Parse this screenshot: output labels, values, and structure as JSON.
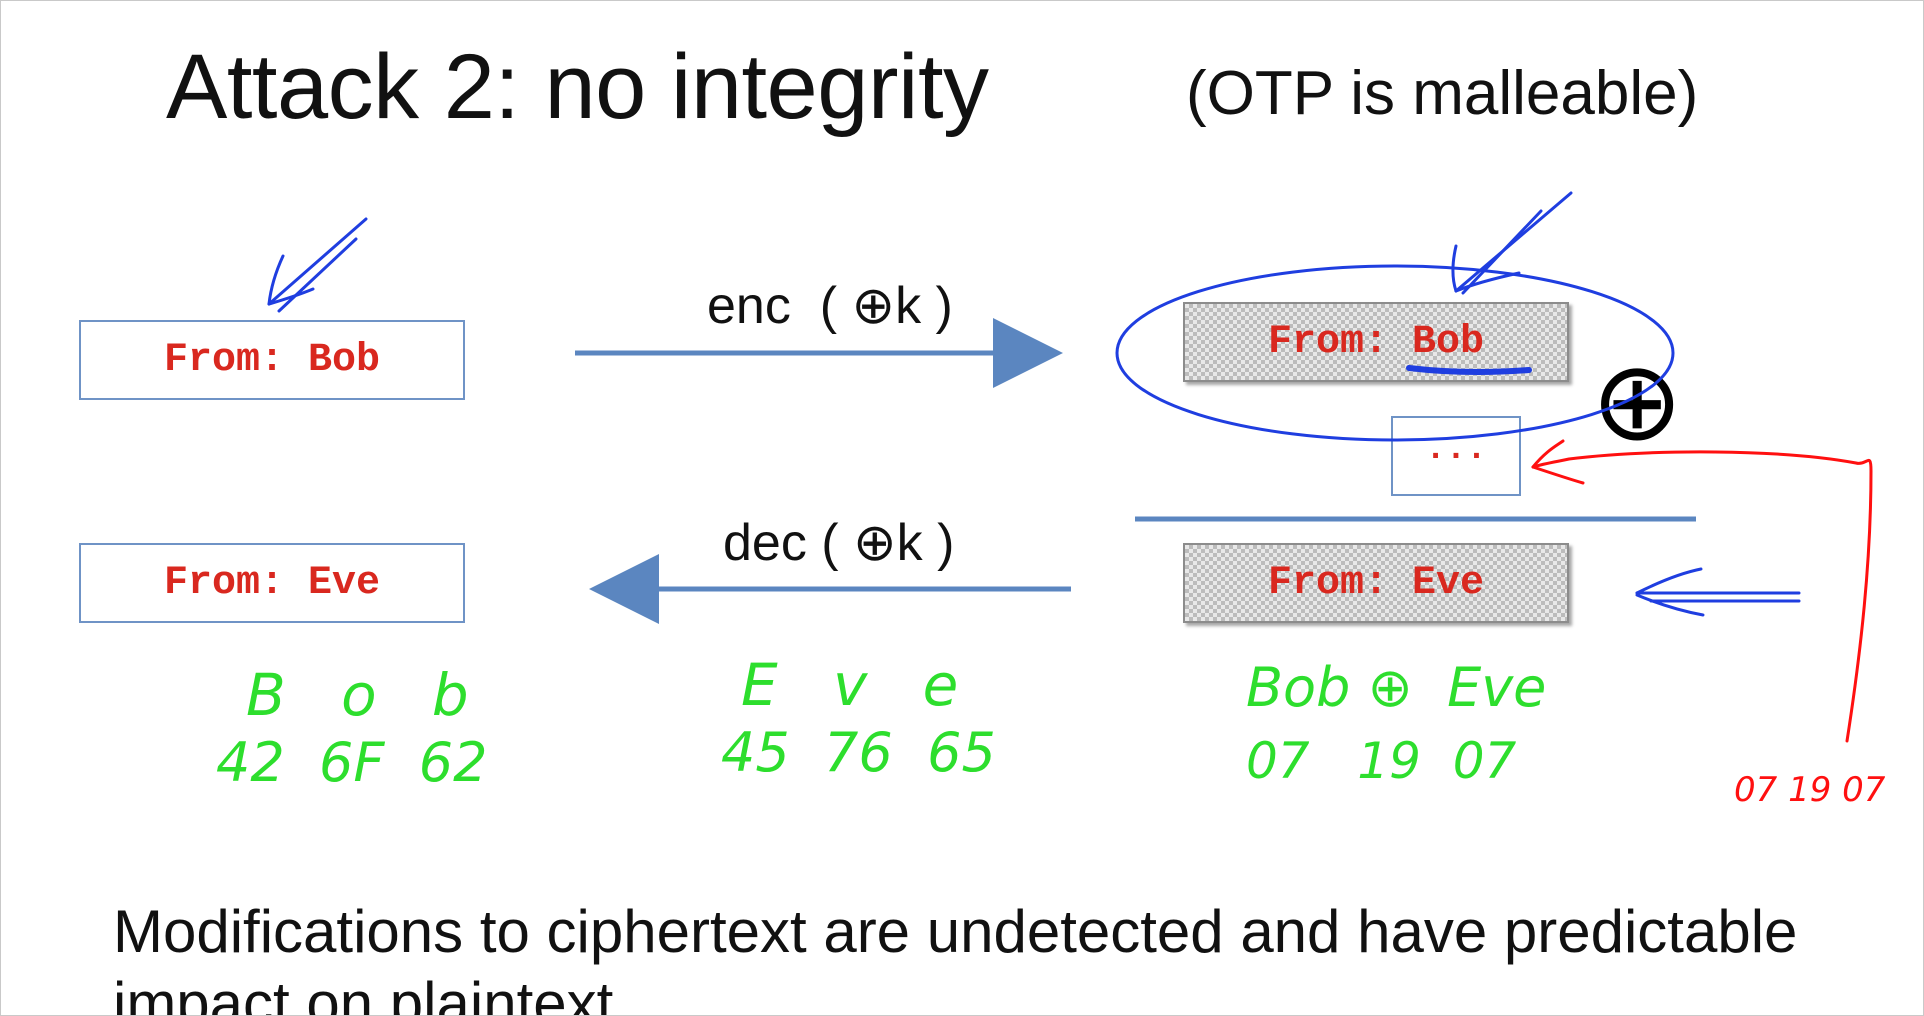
{
  "slide": {
    "title": "Attack 2:   no integrity",
    "subtitle": "(OTP is malleable)",
    "left_boxes": {
      "top": "From: Bob",
      "bottom": "From: Eve"
    },
    "right_boxes": {
      "top": "From: Bob",
      "middle": "...",
      "bottom": "From: Eve"
    },
    "arrows": {
      "enc_label": "enc  ( ⊕k )",
      "dec_label": "dec ( ⊕k )"
    },
    "annotations": {
      "bob_letters": "B   o   b",
      "bob_hex": "42  6F  62",
      "eve_letters": "E   v   e",
      "eve_hex": "45  76  65",
      "xor_letters": "Bob ⊕  Eve",
      "xor_hex": "07   19  07",
      "red_hex": "07 19 07",
      "xor_symbol": "⊕"
    },
    "body_text": "Modifications to ciphertext are undetected and have predictable impact on plaintext",
    "colors": {
      "box_border": "#6f93c6",
      "mono_text": "#d9281f",
      "pen_blue": "#1f3ee0",
      "pen_green": "#2dde2d",
      "pen_red": "#ff1010"
    }
  }
}
